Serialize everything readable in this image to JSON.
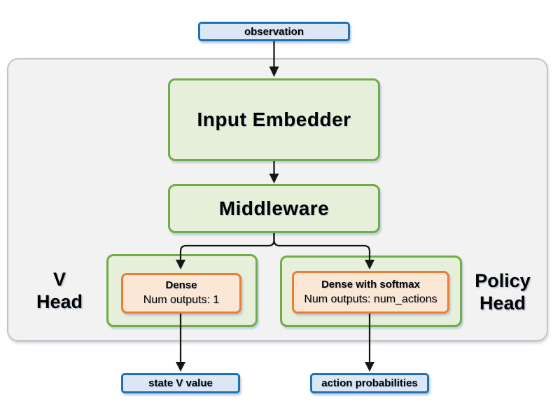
{
  "observation": {
    "label": "observation"
  },
  "panel": {
    "input_embedder": {
      "label": "Input Embedder"
    },
    "middleware": {
      "label": "Middleware"
    },
    "v_head": {
      "title_line1": "V",
      "title_line2": "Head",
      "dense": {
        "title": "Dense",
        "subtitle": "Num outputs: 1"
      }
    },
    "policy_head": {
      "title_line1": "Policy",
      "title_line2": "Head",
      "dense": {
        "title": "Dense with softmax",
        "subtitle": "Num outputs: num_actions"
      }
    }
  },
  "outputs": {
    "state_value": {
      "label": "state V value"
    },
    "action_probabilities": {
      "label": "action probabilities"
    }
  },
  "colors": {
    "panel_fill": "#f2f2f2",
    "panel_border": "#c3c3c3",
    "green_fill": "#e5efda",
    "green_border": "#70ad47",
    "orange_fill": "#fbe7d5",
    "orange_border": "#ed7d31",
    "blue_fill": "#dbe7f4",
    "blue_border": "#1e73b8",
    "arrow": "#151515"
  }
}
